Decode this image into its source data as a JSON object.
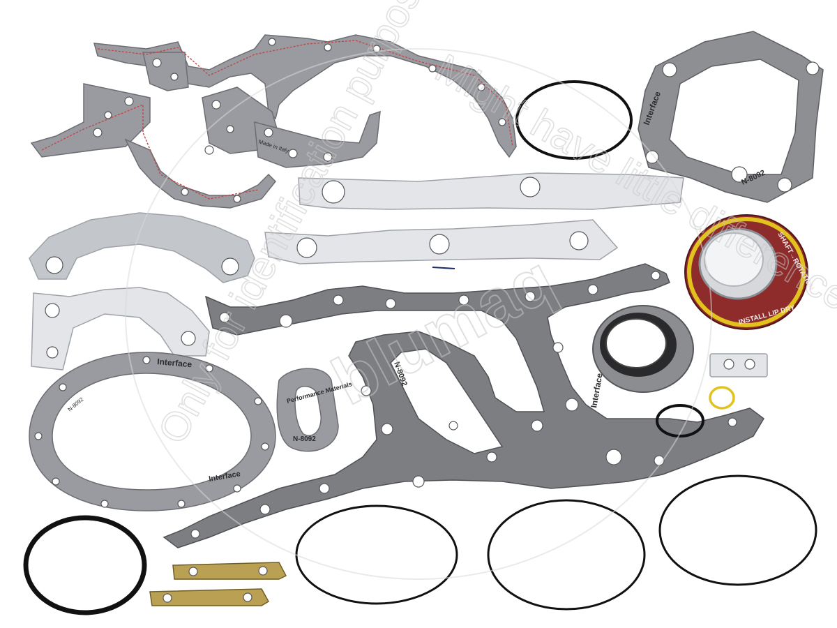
{
  "product": {
    "printed_brand": "Interface",
    "printed_line": "Performance Materials",
    "printed_code": "N-8092",
    "printed_origin": "Made in Italy",
    "seal_label_1": "SHAFT→ROTATION",
    "seal_label_2": "INSTALL LIP DRY"
  },
  "watermark": {
    "logo": "blumaq",
    "line_1": "Might have little differences",
    "line_2": "Only for identification purposes."
  },
  "colors": {
    "gasket": "#8e8f92",
    "steel_shim": "#e3e5e8",
    "brass_plate": "#b9a052",
    "seal_red": "#8e2b2b",
    "seal_yellow": "#e2c21d",
    "oring": "#111111"
  }
}
